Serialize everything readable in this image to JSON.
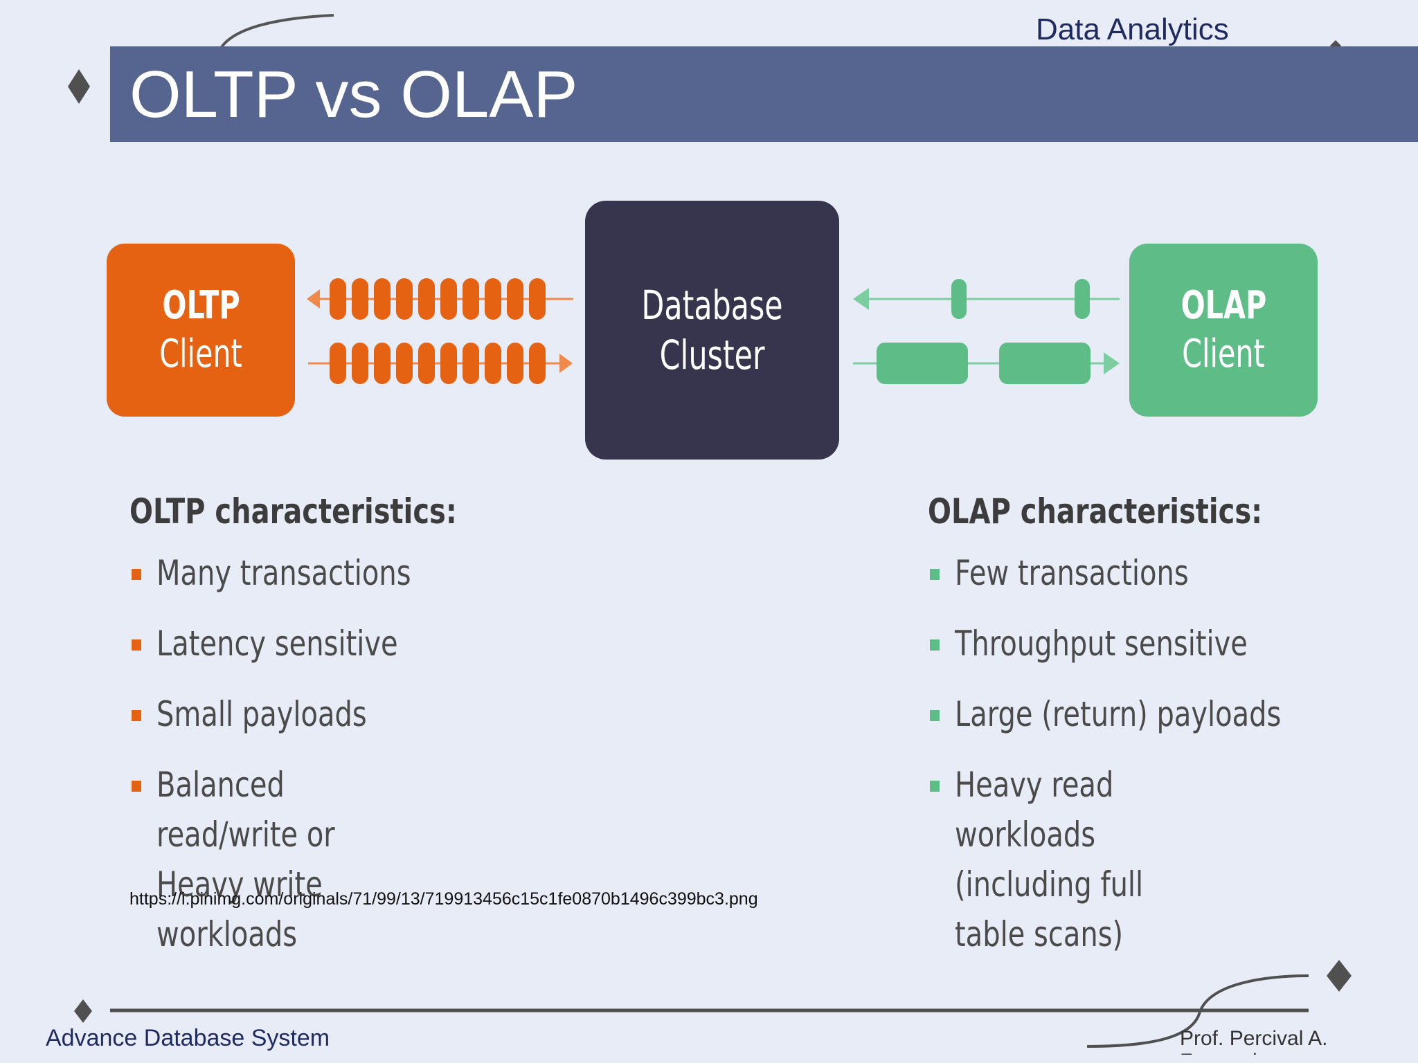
{
  "header": {
    "label": "Data Analytics",
    "title": "OLTP vs OLAP"
  },
  "diagram": {
    "oltp_box": {
      "line1": "OLTP",
      "line2": "Client"
    },
    "db_box": {
      "line1": "Database",
      "line2": "Cluster"
    },
    "olap_box": {
      "line1": "OLAP",
      "line2": "Client"
    }
  },
  "oltp": {
    "heading": "OLTP characteristics:",
    "items": [
      "Many transactions",
      "Latency sensitive",
      "Small payloads",
      "Balanced read/write or Heavy write workloads"
    ]
  },
  "olap": {
    "heading": "OLAP characteristics:",
    "items": [
      "Few transactions",
      "Throughput sensitive",
      "Large (return) payloads",
      "Heavy read workloads (including full table scans)"
    ]
  },
  "source": {
    "url": "https://i.pinimg.com/originals/71/99/13/719913456c15c1fe0870b1496c399bc3.png"
  },
  "footer": {
    "left": "Advance Database System",
    "right": "Prof. Percival A. Fernandez"
  },
  "colors": {
    "oltp": "#e46212",
    "olap": "#5ebc87",
    "db": "#37344e",
    "title_bar": "#56658f",
    "background": "#e8ecf7"
  },
  "icons": [
    "diamond-icon",
    "arrow-left-icon",
    "arrow-right-icon"
  ]
}
